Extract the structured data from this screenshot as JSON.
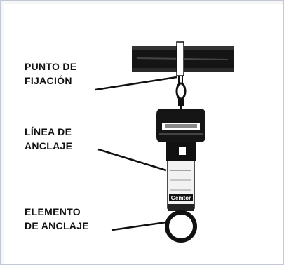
{
  "labels": {
    "punto_line1": "PUNTO DE",
    "punto_line2": "FIJACIÓN",
    "linea_line1": "LÍNEA DE",
    "linea_line2": "ANCLAJE",
    "elemento_line1": "ELEMENTO",
    "elemento_line2": "DE ANCLAJE"
  },
  "device_text": "Gemtor",
  "colors": {
    "frame": "#c3c9d4",
    "ink": "#111111"
  }
}
